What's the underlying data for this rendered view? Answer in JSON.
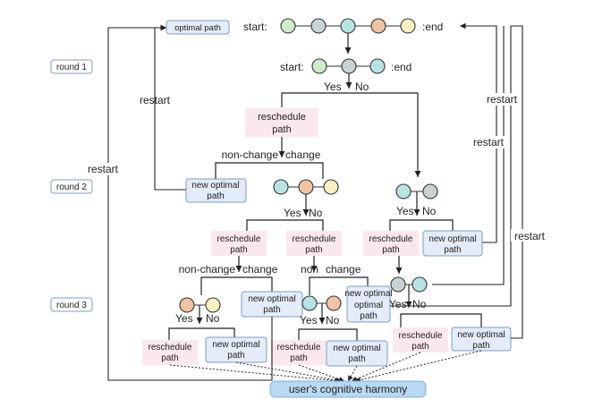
{
  "colors": {
    "green": "#cdeccb",
    "grey": "#c9d3d3",
    "teal": "#b7e3e3",
    "orange": "#f2c3a3",
    "yellow": "#fbf2c4",
    "pink": "#fbe8ee",
    "blue_box": "#e3ecf8",
    "blue_border": "#7f9cc4",
    "harmony": "#b9d8f2"
  },
  "labels": {
    "optimal_path": "optimal path",
    "start": "start:",
    "end": ":end",
    "round1": "round 1",
    "round2": "round 2",
    "round3": "round 3",
    "yes": "Yes",
    "no": "No",
    "restart": "restart",
    "reschedule1": "reschedule",
    "reschedule2": "path",
    "new_optimal1": "new optimal",
    "new_optimal2": "path",
    "non_change": "non-change",
    "change": "change",
    "non": "non",
    "harmony": "user's cognitive harmony"
  }
}
